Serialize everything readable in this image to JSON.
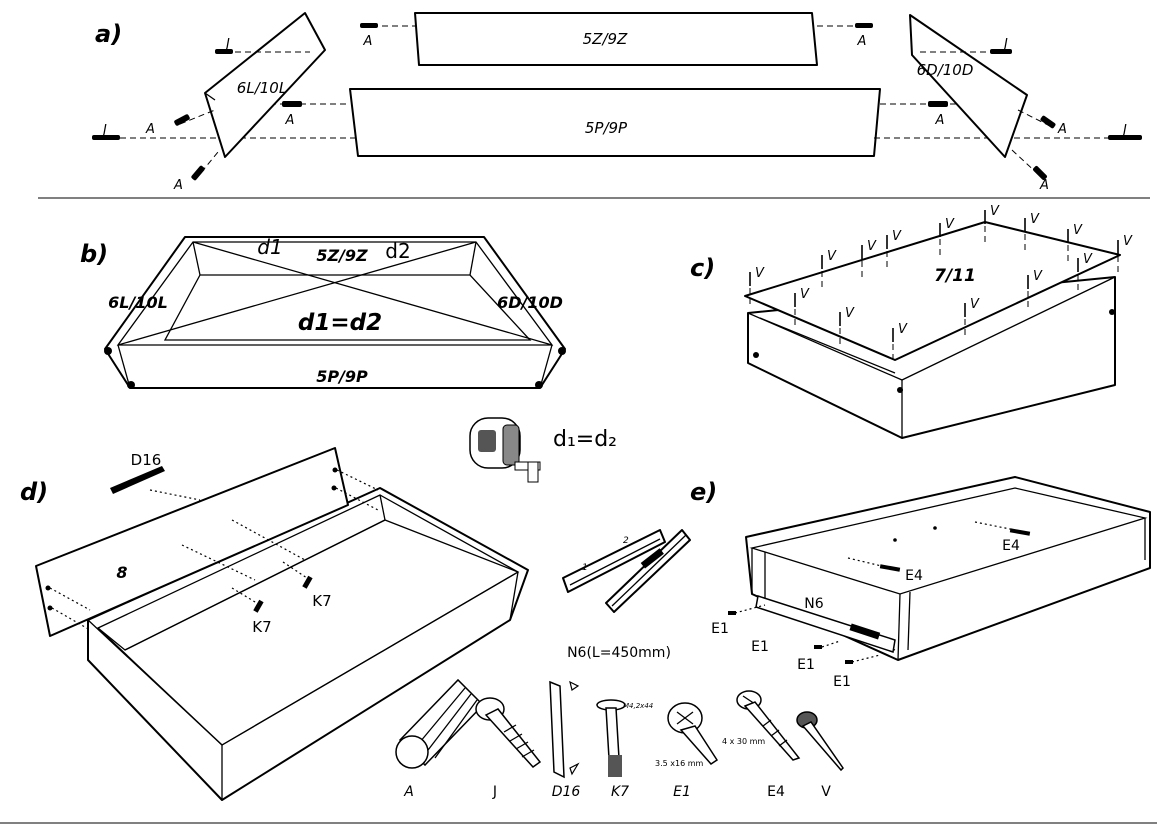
{
  "steps": {
    "a": "a)",
    "b": "b)",
    "c": "c)",
    "d": "d)",
    "e": "e)"
  },
  "panel_a": {
    "back_panel": "5Z/9Z",
    "front_panel": "5P/9P",
    "left_panel": "6L/10L",
    "right_panel": "6D/10D",
    "dowel": "A",
    "screw": "J"
  },
  "panel_b": {
    "back_panel": "5Z/9Z",
    "front_panel": "5P/9P",
    "left_panel": "6L/10L",
    "right_panel": "6D/10D",
    "d1": "d1",
    "d2": "d2",
    "equation": "d1=d2",
    "tape_equation": "d₁=d₂"
  },
  "panel_c": {
    "bottom_panel": "7/11",
    "nail": "V"
  },
  "panel_d": {
    "front_panel": "8",
    "bracket": "D16",
    "screw": "K7"
  },
  "slides": {
    "label": "N6(L=450mm)",
    "rail1": "1",
    "rail2": "2"
  },
  "panel_e": {
    "runner": "N6",
    "screw_e1": "E1",
    "screw_e4": "E4"
  },
  "hardware": {
    "items": [
      {
        "code": "A"
      },
      {
        "code": "J"
      },
      {
        "code": "D16"
      },
      {
        "code": "K7"
      },
      {
        "code": "E1"
      },
      {
        "code": "E4"
      },
      {
        "code": "V"
      }
    ],
    "k7_size": "M4,2x44",
    "e1_size": "3.5 x16 mm",
    "e4_size": "4 x 30 mm"
  }
}
